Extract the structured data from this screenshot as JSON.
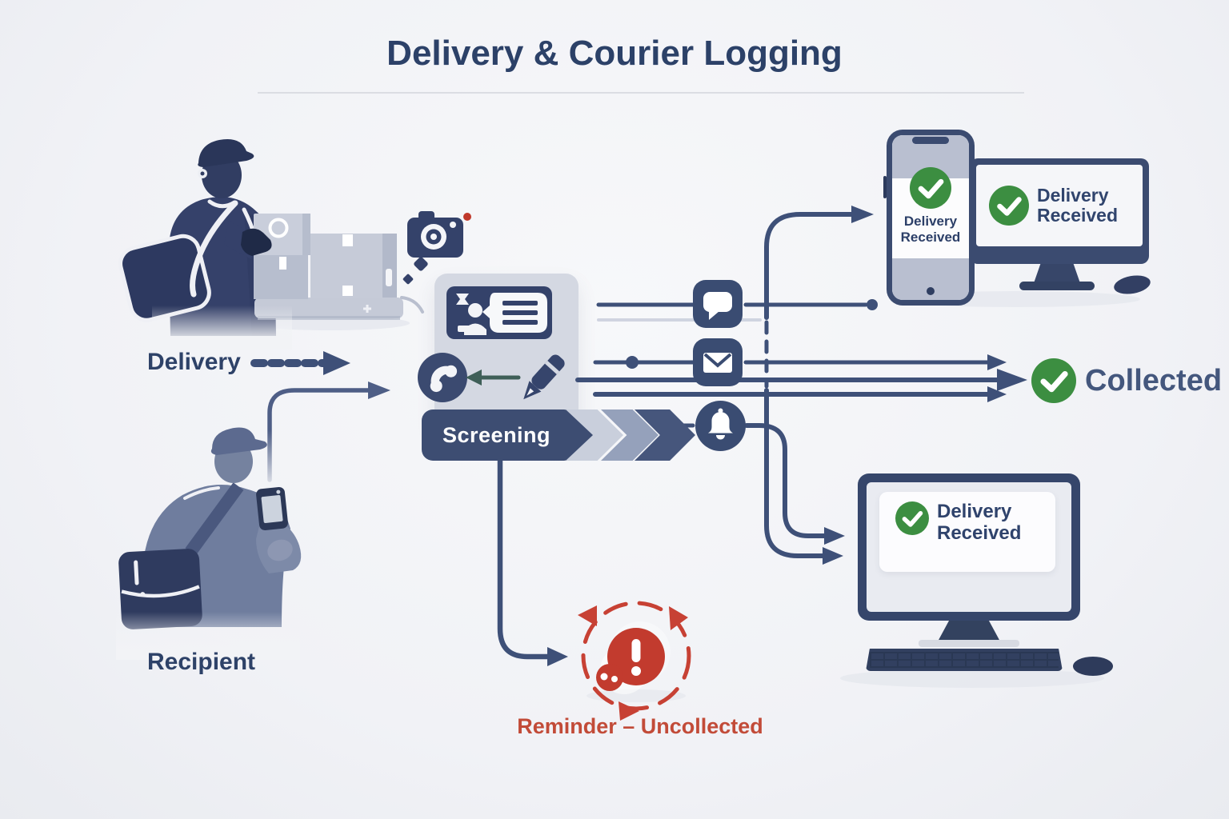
{
  "title": "Delivery & Courier Logging",
  "actors": {
    "courier_label": "Delivery",
    "recipient_label": "Recipient"
  },
  "process": {
    "screening_label": "Screening"
  },
  "outcomes": {
    "phone_confirmation": "Delivery Received",
    "desktop_confirmation": "Delivery Received",
    "log_confirmation": "Delivery Received",
    "collected_label": "Collected",
    "reminder_label": "Reminder – Uncollected"
  },
  "icons": {
    "camera-icon": "photo capture",
    "id-card-icon": "identity record card",
    "phone-call-icon": "call recipient",
    "pencil-icon": "log entry",
    "chat-bubble-icon": "sms notification",
    "email-icon": "email notification",
    "bell-icon": "reminder notification",
    "check-icon": "green success check",
    "alert-icon": "uncollected alert"
  },
  "colors": {
    "bg": "#f2f3f6",
    "navy": "#36456c",
    "navy-deep": "#2c3a5c",
    "figure": "#35416a",
    "figure-light": "#6f7d9e",
    "card": "#d4d8e2",
    "line": "#3e5078",
    "green": "#3c8e41",
    "red": "#c23b2e",
    "red-text": "#c24b38",
    "banner": "#3d4d72",
    "chevron-light": "#c9cfdc",
    "chevron-mid": "#95a1bb",
    "title": "#2c4168",
    "screen-gray": "#b9bfd0"
  }
}
